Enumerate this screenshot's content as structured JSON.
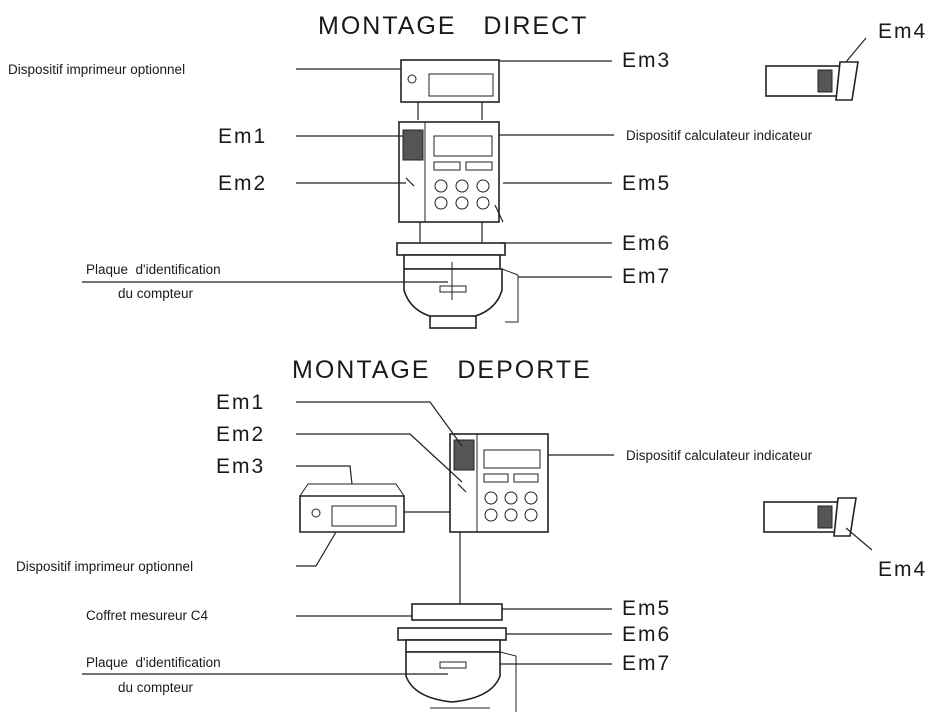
{
  "direct": {
    "title": "MONTAGE   DIRECT",
    "printer_label": "Dispositif imprimeur optionnel",
    "calculator_label": "Dispositif calculateur indicateur",
    "plate_label_1": "Plaque  d'identification",
    "plate_label_2": "du compteur",
    "em1": "Em1",
    "em2": "Em2",
    "em3": "Em3",
    "em4": "Em4",
    "em5": "Em5",
    "em6": "Em6",
    "em7": "Em7"
  },
  "deporte": {
    "title": "MONTAGE   DEPORTE",
    "printer_label": "Dispositif imprimeur optionnel",
    "calculator_label": "Dispositif calculateur indicateur",
    "coffret_label": "Coffret mesureur C4",
    "plate_label_1": "Plaque  d'identification",
    "plate_label_2": "du compteur",
    "em1": "Em1",
    "em2": "Em2",
    "em3": "Em3",
    "em4": "Em4",
    "em5": "Em5",
    "em6": "Em6",
    "em7": "Em7"
  }
}
